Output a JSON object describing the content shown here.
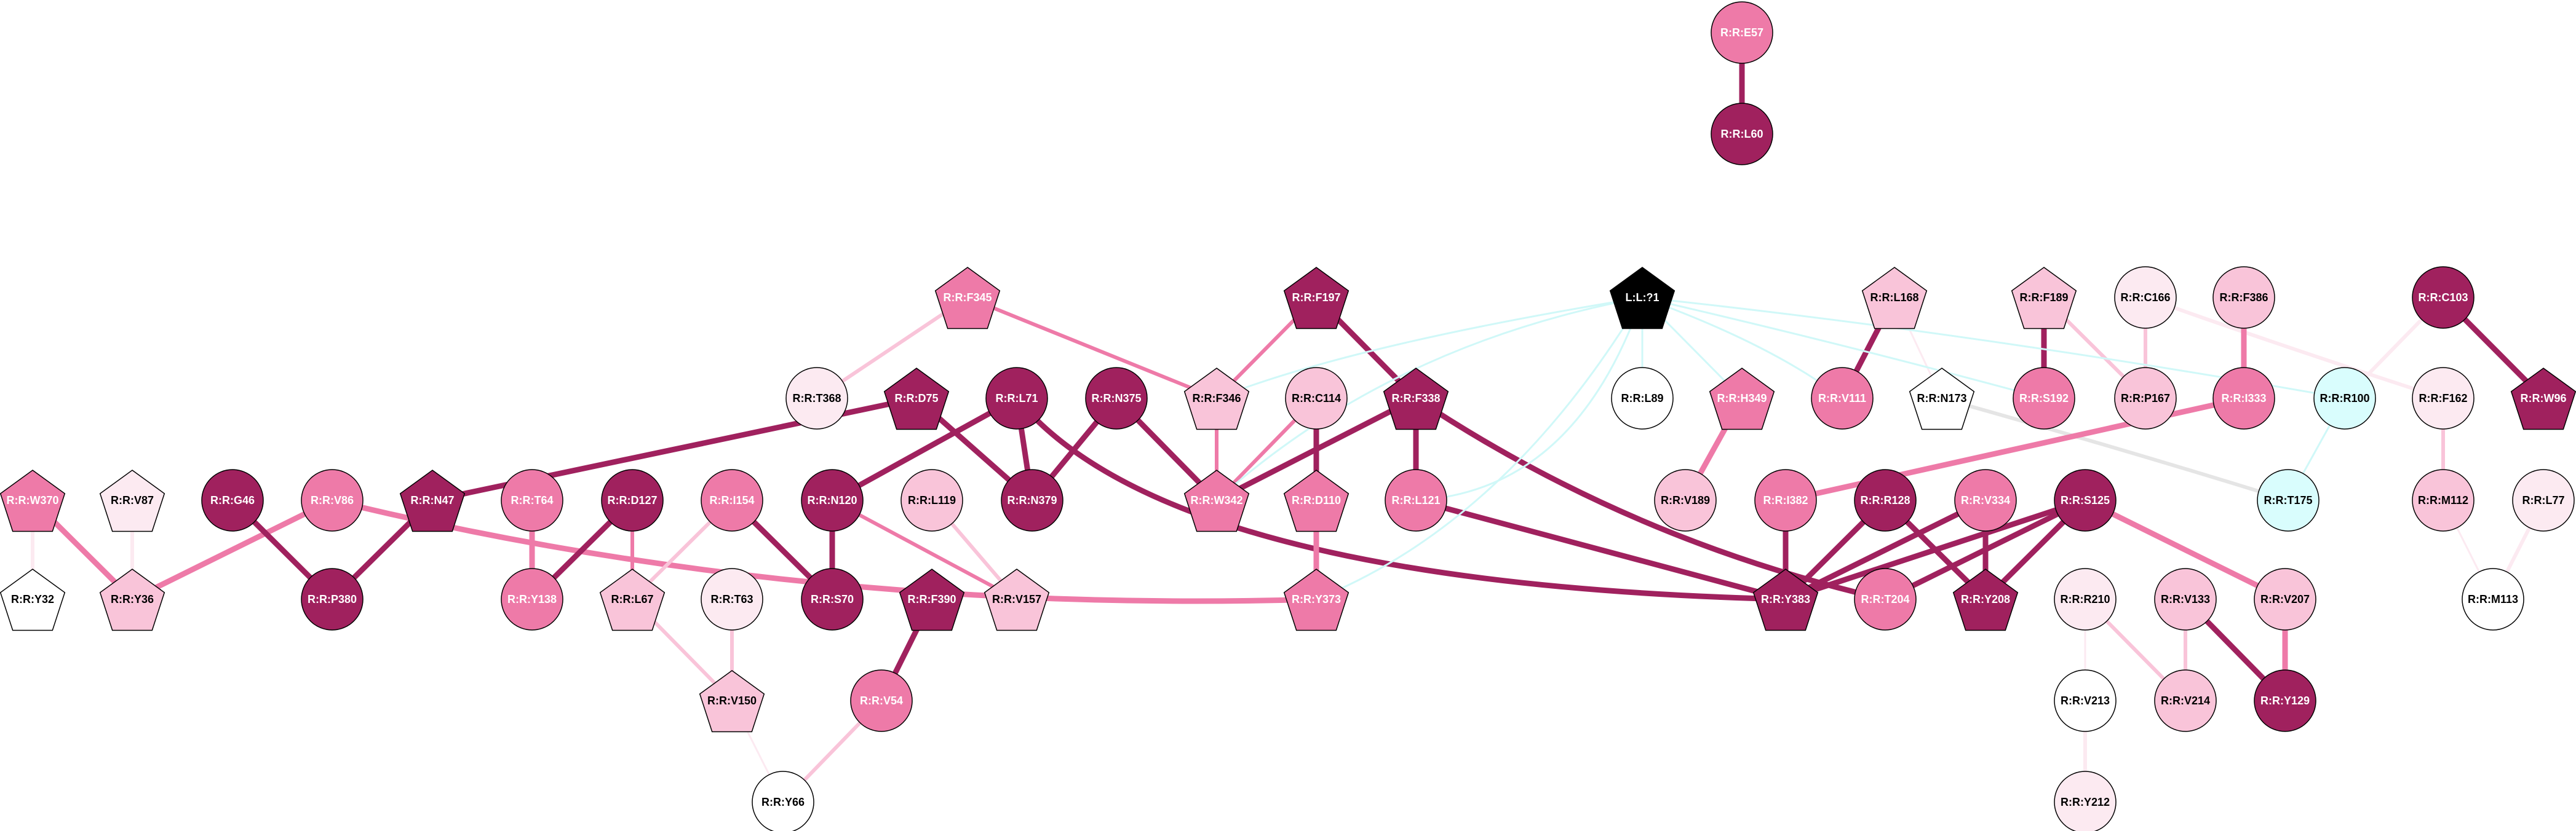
{
  "palette": {
    "dark": "#a0215e",
    "mid": "#ee7aa8",
    "light": "#f9c4d9",
    "pale": "#fceaf1",
    "white": "#ffffff",
    "cyan": "#d9fdfd",
    "ligand": "#000000",
    "edge_cyan": "#d0f8f8",
    "edge_grey": "#e5e5e5"
  },
  "nodes": [
    {
      "id": "E57",
      "label": "R:R:E57",
      "shape": "circle",
      "fill": "mid"
    },
    {
      "id": "L60",
      "label": "R:R:L60",
      "shape": "circle",
      "fill": "dark"
    },
    {
      "id": "F345",
      "label": "R:R:F345",
      "shape": "pentagon",
      "fill": "mid"
    },
    {
      "id": "F197",
      "label": "R:R:F197",
      "shape": "pentagon",
      "fill": "dark"
    },
    {
      "id": "LIG",
      "label": "L:L:?1",
      "shape": "pentagon",
      "fill": "ligand"
    },
    {
      "id": "L168",
      "label": "R:R:L168",
      "shape": "pentagon",
      "fill": "light"
    },
    {
      "id": "F189",
      "label": "R:R:F189",
      "shape": "pentagon",
      "fill": "light"
    },
    {
      "id": "C166",
      "label": "R:R:C166",
      "shape": "circle",
      "fill": "pale"
    },
    {
      "id": "F386",
      "label": "R:R:F386",
      "shape": "circle",
      "fill": "light"
    },
    {
      "id": "C103",
      "label": "R:R:C103",
      "shape": "circle",
      "fill": "dark"
    },
    {
      "id": "T368",
      "label": "R:R:T368",
      "shape": "circle",
      "fill": "pale"
    },
    {
      "id": "D75",
      "label": "R:R:D75",
      "shape": "pentagon",
      "fill": "dark"
    },
    {
      "id": "L71",
      "label": "R:R:L71",
      "shape": "circle",
      "fill": "dark"
    },
    {
      "id": "N375",
      "label": "R:R:N375",
      "shape": "circle",
      "fill": "dark"
    },
    {
      "id": "F346",
      "label": "R:R:F346",
      "shape": "pentagon",
      "fill": "light"
    },
    {
      "id": "C114",
      "label": "R:R:C114",
      "shape": "circle",
      "fill": "light"
    },
    {
      "id": "F338",
      "label": "R:R:F338",
      "shape": "pentagon",
      "fill": "dark"
    },
    {
      "id": "L89",
      "label": "R:R:L89",
      "shape": "circle",
      "fill": "white"
    },
    {
      "id": "H349",
      "label": "R:R:H349",
      "shape": "pentagon",
      "fill": "mid"
    },
    {
      "id": "V111",
      "label": "R:R:V111",
      "shape": "circle",
      "fill": "mid"
    },
    {
      "id": "N173",
      "label": "R:R:N173",
      "shape": "pentagon",
      "fill": "white"
    },
    {
      "id": "S192",
      "label": "R:R:S192",
      "shape": "circle",
      "fill": "mid"
    },
    {
      "id": "P167",
      "label": "R:R:P167",
      "shape": "circle",
      "fill": "light"
    },
    {
      "id": "I333",
      "label": "R:R:I333",
      "shape": "circle",
      "fill": "mid"
    },
    {
      "id": "R100",
      "label": "R:R:R100",
      "shape": "circle",
      "fill": "cyan"
    },
    {
      "id": "F162",
      "label": "R:R:F162",
      "shape": "circle",
      "fill": "pale"
    },
    {
      "id": "W96",
      "label": "R:R:W96",
      "shape": "pentagon",
      "fill": "dark"
    },
    {
      "id": "W370",
      "label": "R:R:W370",
      "shape": "pentagon",
      "fill": "mid"
    },
    {
      "id": "V87",
      "label": "R:R:V87",
      "shape": "pentagon",
      "fill": "pale"
    },
    {
      "id": "G46",
      "label": "R:R:G46",
      "shape": "circle",
      "fill": "dark"
    },
    {
      "id": "V86",
      "label": "R:R:V86",
      "shape": "circle",
      "fill": "mid"
    },
    {
      "id": "N47",
      "label": "R:R:N47",
      "shape": "pentagon",
      "fill": "dark"
    },
    {
      "id": "T64",
      "label": "R:R:T64",
      "shape": "circle",
      "fill": "mid"
    },
    {
      "id": "D127",
      "label": "R:R:D127",
      "shape": "circle",
      "fill": "dark"
    },
    {
      "id": "I154",
      "label": "R:R:I154",
      "shape": "circle",
      "fill": "mid"
    },
    {
      "id": "N120",
      "label": "R:R:N120",
      "shape": "circle",
      "fill": "dark"
    },
    {
      "id": "L119",
      "label": "R:R:L119",
      "shape": "circle",
      "fill": "light"
    },
    {
      "id": "N379",
      "label": "R:R:N379",
      "shape": "circle",
      "fill": "dark"
    },
    {
      "id": "W342",
      "label": "R:R:W342",
      "shape": "pentagon",
      "fill": "mid"
    },
    {
      "id": "D110",
      "label": "R:R:D110",
      "shape": "pentagon",
      "fill": "mid"
    },
    {
      "id": "L121",
      "label": "R:R:L121",
      "shape": "circle",
      "fill": "mid"
    },
    {
      "id": "V189",
      "label": "R:R:V189",
      "shape": "circle",
      "fill": "light"
    },
    {
      "id": "I382",
      "label": "R:R:I382",
      "shape": "circle",
      "fill": "mid"
    },
    {
      "id": "R128",
      "label": "R:R:R128",
      "shape": "circle",
      "fill": "dark"
    },
    {
      "id": "V334",
      "label": "R:R:V334",
      "shape": "circle",
      "fill": "mid"
    },
    {
      "id": "S125",
      "label": "R:R:S125",
      "shape": "circle",
      "fill": "dark"
    },
    {
      "id": "T175",
      "label": "R:R:T175",
      "shape": "circle",
      "fill": "cyan"
    },
    {
      "id": "M112",
      "label": "R:R:M112",
      "shape": "circle",
      "fill": "light"
    },
    {
      "id": "L77",
      "label": "R:R:L77",
      "shape": "circle",
      "fill": "pale"
    },
    {
      "id": "Y32",
      "label": "R:R:Y32",
      "shape": "pentagon",
      "fill": "white"
    },
    {
      "id": "Y36",
      "label": "R:R:Y36",
      "shape": "pentagon",
      "fill": "light"
    },
    {
      "id": "P380",
      "label": "R:R:P380",
      "shape": "circle",
      "fill": "dark"
    },
    {
      "id": "Y138",
      "label": "R:R:Y138",
      "shape": "circle",
      "fill": "mid"
    },
    {
      "id": "L67",
      "label": "R:R:L67",
      "shape": "pentagon",
      "fill": "light"
    },
    {
      "id": "T63",
      "label": "R:R:T63",
      "shape": "circle",
      "fill": "pale"
    },
    {
      "id": "S70",
      "label": "R:R:S70",
      "shape": "circle",
      "fill": "dark"
    },
    {
      "id": "V157",
      "label": "R:R:V157",
      "shape": "pentagon",
      "fill": "light"
    },
    {
      "id": "F390",
      "label": "R:R:F390",
      "shape": "pentagon",
      "fill": "dark"
    },
    {
      "id": "Y373",
      "label": "R:R:Y373",
      "shape": "pentagon",
      "fill": "mid"
    },
    {
      "id": "Y383",
      "label": "R:R:Y383",
      "shape": "pentagon",
      "fill": "dark"
    },
    {
      "id": "T204",
      "label": "R:R:T204",
      "shape": "circle",
      "fill": "mid"
    },
    {
      "id": "Y208",
      "label": "R:R:Y208",
      "shape": "pentagon",
      "fill": "dark"
    },
    {
      "id": "R210",
      "label": "R:R:R210",
      "shape": "circle",
      "fill": "pale"
    },
    {
      "id": "V133",
      "label": "R:R:V133",
      "shape": "circle",
      "fill": "light"
    },
    {
      "id": "V207",
      "label": "R:R:V207",
      "shape": "circle",
      "fill": "light"
    },
    {
      "id": "M113",
      "label": "R:R:M113",
      "shape": "circle",
      "fill": "white"
    },
    {
      "id": "V150",
      "label": "R:R:V150",
      "shape": "pentagon",
      "fill": "light"
    },
    {
      "id": "V54",
      "label": "R:R:V54",
      "shape": "circle",
      "fill": "mid"
    },
    {
      "id": "V213",
      "label": "R:R:V213",
      "shape": "circle",
      "fill": "white"
    },
    {
      "id": "V214",
      "label": "R:R:V214",
      "shape": "circle",
      "fill": "light"
    },
    {
      "id": "Y129",
      "label": "R:R:Y129",
      "shape": "circle",
      "fill": "dark"
    },
    {
      "id": "Y66",
      "label": "R:R:Y66",
      "shape": "circle",
      "fill": "white"
    },
    {
      "id": "Y212",
      "label": "R:R:Y212",
      "shape": "circle",
      "fill": "pale"
    }
  ],
  "edges": [
    {
      "from": "E57",
      "to": "L60",
      "color": "dark",
      "weight": 3
    },
    {
      "from": "F345",
      "to": "T368",
      "color": "light",
      "weight": 2
    },
    {
      "from": "F345",
      "to": "F346",
      "color": "mid",
      "weight": 2
    },
    {
      "from": "F197",
      "to": "F346",
      "color": "mid",
      "weight": 2
    },
    {
      "from": "F197",
      "to": "F338",
      "color": "dark",
      "weight": 3
    },
    {
      "from": "L168",
      "to": "V111",
      "color": "dark",
      "weight": 3
    },
    {
      "from": "L168",
      "to": "N173",
      "color": "pale",
      "weight": 1
    },
    {
      "from": "F189",
      "to": "S192",
      "color": "dark",
      "weight": 3
    },
    {
      "from": "F189",
      "to": "P167",
      "color": "light",
      "weight": 2
    },
    {
      "from": "C166",
      "to": "P167",
      "color": "light",
      "weight": 2
    },
    {
      "from": "C166",
      "to": "F162",
      "color": "pale",
      "weight": 2
    },
    {
      "from": "F386",
      "to": "I333",
      "color": "mid",
      "weight": 3
    },
    {
      "from": "C103",
      "to": "W96",
      "color": "dark",
      "weight": 3
    },
    {
      "from": "C103",
      "to": "R100",
      "color": "pale",
      "weight": 2
    },
    {
      "from": "R100",
      "to": "T175",
      "color": "edge_cyan",
      "weight": 1
    },
    {
      "from": "N173",
      "to": "T175",
      "color": "edge_grey",
      "weight": 2
    },
    {
      "from": "F162",
      "to": "M112",
      "color": "light",
      "weight": 2
    },
    {
      "from": "L77",
      "to": "M113",
      "color": "pale",
      "weight": 2
    },
    {
      "from": "M112",
      "to": "M113",
      "color": "pale",
      "weight": 1
    },
    {
      "from": "D75",
      "to": "N47",
      "color": "dark",
      "weight": 3
    },
    {
      "from": "D75",
      "to": "N379",
      "color": "dark",
      "weight": 3
    },
    {
      "from": "L71",
      "to": "N379",
      "color": "dark",
      "weight": 3
    },
    {
      "from": "L71",
      "to": "N120",
      "color": "dark",
      "weight": 3
    },
    {
      "from": "L71",
      "to": "Y383",
      "color": "dark",
      "weight": 3
    },
    {
      "from": "N375",
      "to": "N379",
      "color": "dark",
      "weight": 3
    },
    {
      "from": "N375",
      "to": "W342",
      "color": "dark",
      "weight": 3
    },
    {
      "from": "F346",
      "to": "W342",
      "color": "mid",
      "weight": 2
    },
    {
      "from": "C114",
      "to": "W342",
      "color": "mid",
      "weight": 2
    },
    {
      "from": "C114",
      "to": "D110",
      "color": "dark",
      "weight": 3
    },
    {
      "from": "F338",
      "to": "W342",
      "color": "dark",
      "weight": 3
    },
    {
      "from": "F338",
      "to": "L121",
      "color": "dark",
      "weight": 3
    },
    {
      "from": "F338",
      "to": "T204",
      "color": "dark",
      "weight": 3
    },
    {
      "from": "D110",
      "to": "Y373",
      "color": "mid",
      "weight": 3
    },
    {
      "from": "L121",
      "to": "Y383",
      "color": "dark",
      "weight": 3
    },
    {
      "from": "H349",
      "to": "V189",
      "color": "mid",
      "weight": 3
    },
    {
      "from": "I333",
      "to": "I382",
      "color": "mid",
      "weight": 3
    },
    {
      "from": "I382",
      "to": "Y383",
      "color": "dark",
      "weight": 3
    },
    {
      "from": "R128",
      "to": "Y383",
      "color": "dark",
      "weight": 3
    },
    {
      "from": "R128",
      "to": "Y208",
      "color": "dark",
      "weight": 3
    },
    {
      "from": "V334",
      "to": "Y383",
      "color": "dark",
      "weight": 3
    },
    {
      "from": "V334",
      "to": "Y208",
      "color": "dark",
      "weight": 3
    },
    {
      "from": "S125",
      "to": "Y383",
      "color": "dark",
      "weight": 3
    },
    {
      "from": "S125",
      "to": "Y208",
      "color": "dark",
      "weight": 3
    },
    {
      "from": "S125",
      "to": "T204",
      "color": "dark",
      "weight": 3
    },
    {
      "from": "S125",
      "to": "V207",
      "color": "mid",
      "weight": 3
    },
    {
      "from": "V207",
      "to": "Y129",
      "color": "mid",
      "weight": 3
    },
    {
      "from": "V133",
      "to": "Y129",
      "color": "dark",
      "weight": 3
    },
    {
      "from": "V133",
      "to": "V214",
      "color": "light",
      "weight": 2
    },
    {
      "from": "R210",
      "to": "V214",
      "color": "light",
      "weight": 2
    },
    {
      "from": "R210",
      "to": "V213",
      "color": "pale",
      "weight": 1
    },
    {
      "from": "V213",
      "to": "Y212",
      "color": "pale",
      "weight": 2
    },
    {
      "from": "W370",
      "to": "Y32",
      "color": "pale",
      "weight": 2
    },
    {
      "from": "W370",
      "to": "Y36",
      "color": "mid",
      "weight": 3
    },
    {
      "from": "V87",
      "to": "Y36",
      "color": "pale",
      "weight": 2
    },
    {
      "from": "V86",
      "to": "Y36",
      "color": "mid",
      "weight": 3
    },
    {
      "from": "V86",
      "to": "Y373",
      "color": "mid",
      "weight": 3
    },
    {
      "from": "G46",
      "to": "P380",
      "color": "dark",
      "weight": 3
    },
    {
      "from": "N47",
      "to": "P380",
      "color": "dark",
      "weight": 3
    },
    {
      "from": "T64",
      "to": "Y138",
      "color": "mid",
      "weight": 3
    },
    {
      "from": "D127",
      "to": "Y138",
      "color": "dark",
      "weight": 3
    },
    {
      "from": "D127",
      "to": "L67",
      "color": "mid",
      "weight": 2
    },
    {
      "from": "I154",
      "to": "L67",
      "color": "light",
      "weight": 2
    },
    {
      "from": "I154",
      "to": "S70",
      "color": "dark",
      "weight": 3
    },
    {
      "from": "N120",
      "to": "S70",
      "color": "dark",
      "weight": 3
    },
    {
      "from": "N120",
      "to": "V157",
      "color": "mid",
      "weight": 2
    },
    {
      "from": "L119",
      "to": "V157",
      "color": "light",
      "weight": 2
    },
    {
      "from": "L67",
      "to": "V150",
      "color": "light",
      "weight": 2
    },
    {
      "from": "T63",
      "to": "V150",
      "color": "light",
      "weight": 2
    },
    {
      "from": "V150",
      "to": "Y66",
      "color": "pale",
      "weight": 1
    },
    {
      "from": "V54",
      "to": "Y66",
      "color": "light",
      "weight": 2
    },
    {
      "from": "F390",
      "to": "V54",
      "color": "dark",
      "weight": 3
    },
    {
      "from": "LIG",
      "to": "L89",
      "color": "edge_cyan",
      "weight": 1
    },
    {
      "from": "LIG",
      "to": "H349",
      "color": "edge_cyan",
      "weight": 1
    },
    {
      "from": "LIG",
      "to": "V111",
      "color": "edge_cyan",
      "weight": 1
    },
    {
      "from": "LIG",
      "to": "S192",
      "color": "edge_cyan",
      "weight": 1
    },
    {
      "from": "LIG",
      "to": "R100",
      "color": "edge_cyan",
      "weight": 1
    },
    {
      "from": "LIG",
      "to": "W342",
      "color": "edge_cyan",
      "weight": 1
    },
    {
      "from": "LIG",
      "to": "F346",
      "color": "edge_cyan",
      "weight": 1
    },
    {
      "from": "LIG",
      "to": "L121",
      "color": "edge_cyan",
      "weight": 1
    },
    {
      "from": "LIG",
      "to": "Y373",
      "color": "edge_cyan",
      "weight": 1
    }
  ]
}
